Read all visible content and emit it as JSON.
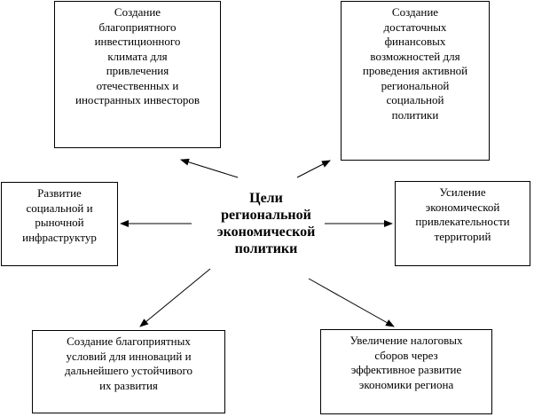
{
  "diagram": {
    "center": {
      "title": "Цели\nрегиональной\nэкономической\nполитики"
    },
    "goals": [
      {
        "id": "top-left",
        "text": "Создание\nблагоприятного\nинвестиционного\nклимата для\nпривлечения\nотечественных и\nиностранных инвесторов"
      },
      {
        "id": "top-right",
        "text": "Создание\nдостаточных\nфинансовых\nвозможностей для\nпроведения активной\nрегиональной\nсоциальной\nполитики"
      },
      {
        "id": "mid-left",
        "text": "Развитие\nсоциальной и\nрыночной\nинфраструктур"
      },
      {
        "id": "mid-right",
        "text": "Усиление\nэкономической\nпривлекательности\nтерриторий"
      },
      {
        "id": "bottom-left",
        "text": "Создание благоприятных\nусловий для инноваций и\nдальнейшего устойчивого\nих развития"
      },
      {
        "id": "bottom-right",
        "text": "Увеличение налоговых\nсборов через\nэффективное развитие\nэкономики региона"
      }
    ]
  }
}
